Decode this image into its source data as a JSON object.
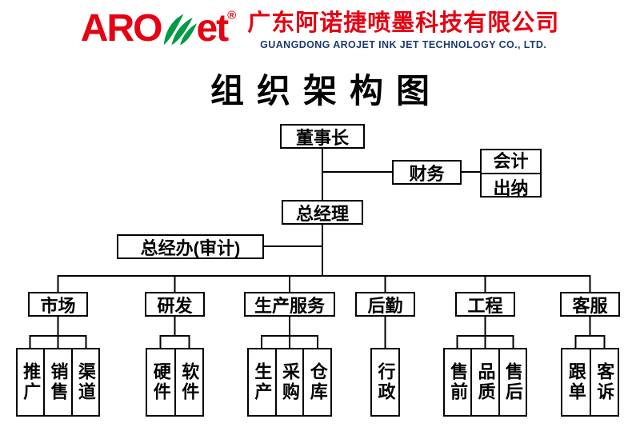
{
  "header": {
    "logo": {
      "aro": "ARO",
      "et": "et",
      "registered": "®",
      "leaf_icon": "leaf-icon",
      "brand_red": "#e60012",
      "brand_green": "#009a44"
    },
    "company_cn": "广东阿诺捷喷墨科技有限公司",
    "company_en": "GUANGDONG AROJET INK JET TECHNOLOGY CO., LTD."
  },
  "title": "组织架构图",
  "org": {
    "chairman": "董事长",
    "finance": "财务",
    "finance_children": [
      "会计",
      "出纳"
    ],
    "general_manager": "总经理",
    "gm_office": "总经办(审计)",
    "departments": [
      {
        "label": "市场",
        "children": [
          "推广",
          "销售",
          "渠道"
        ]
      },
      {
        "label": "研发",
        "children": [
          "硬件",
          "软件"
        ]
      },
      {
        "label": "生产服务",
        "children": [
          "生产",
          "采购",
          "仓库"
        ]
      },
      {
        "label": "后勤",
        "children": [
          "行政"
        ]
      },
      {
        "label": "工程",
        "children": [
          "售前",
          "品质",
          "售后"
        ]
      },
      {
        "label": "客服",
        "children": [
          "跟单",
          "客诉"
        ]
      }
    ]
  }
}
